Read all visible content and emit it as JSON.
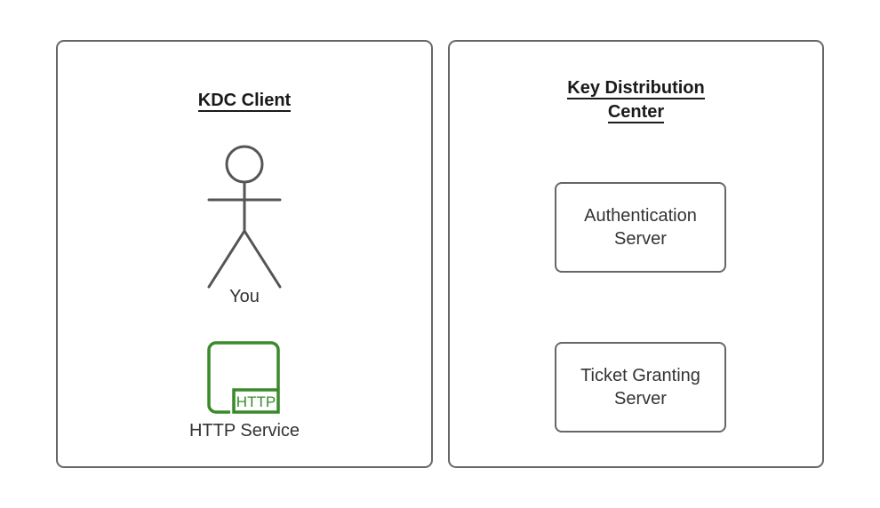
{
  "diagram": {
    "background_color": "#ffffff",
    "outline_color": "#666666",
    "text_color": "#333333",
    "title_color": "#1a1a1a",
    "accent_green": "#2f7d32"
  },
  "panels": {
    "client": {
      "title_line1": "KDC Client",
      "actor": {
        "icon": "stick-figure-icon",
        "label": "You"
      },
      "service": {
        "icon": "http-service-icon",
        "badge_text": "HTTP",
        "label": "HTTP Service"
      }
    },
    "kdc": {
      "title_line1": "Key Distribution",
      "title_line2": "Center",
      "boxes": [
        {
          "line1": "Authentication",
          "line2": "Server"
        },
        {
          "line1": "Ticket Granting",
          "line2": "Server"
        }
      ]
    }
  }
}
